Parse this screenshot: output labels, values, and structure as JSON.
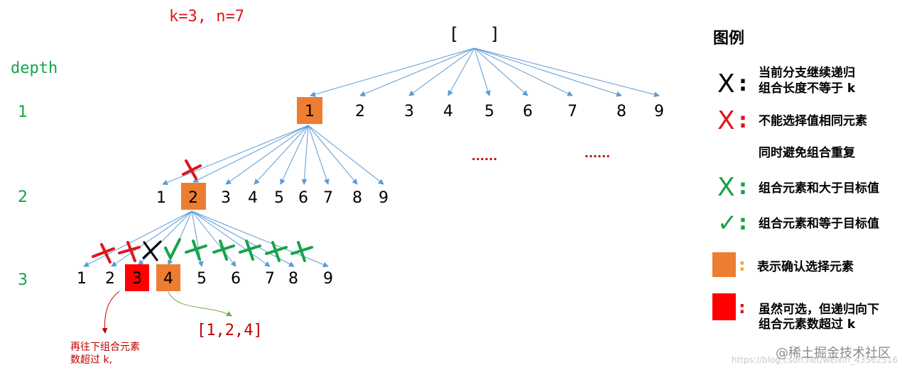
{
  "header": {
    "params": "k=3, n=7"
  },
  "root": {
    "label": "[   ]"
  },
  "depth": {
    "title": "depth",
    "levels": [
      "1",
      "2",
      "3"
    ]
  },
  "level1": [
    "1",
    "2",
    "3",
    "4",
    "5",
    "6",
    "7",
    "8",
    "9"
  ],
  "level2": [
    "1",
    "2",
    "3",
    "4",
    "5",
    "6",
    "7",
    "8",
    "9"
  ],
  "level3": [
    "1",
    "2",
    "3",
    "4",
    "5",
    "6",
    "7",
    "8",
    "9"
  ],
  "ellipsis": [
    "......",
    "......"
  ],
  "annotations": {
    "left_note_line1": "再往下组合元素",
    "left_note_line2": "数超过 k,",
    "result": "[1,2,4]"
  },
  "legend": {
    "title": "图例",
    "items": [
      {
        "symbol": "X",
        "color": "#000000",
        "line1": "当前分支继续递归",
        "line2": "组合长度不等于 k"
      },
      {
        "symbol": "X",
        "color": "#e0141e",
        "line1": "不能选择值相同元素",
        "line2": "同时避免组合重复"
      },
      {
        "symbol": "X",
        "color": "#16a34a",
        "line1": "组合元素和大于目标值",
        "line2": ""
      },
      {
        "symbol": "✓",
        "color": "#16a34a",
        "line1": "组合元素和等于目标值",
        "line2": ""
      },
      {
        "symbol": "",
        "color": "#ed7d31",
        "line1": "表示确认选择元素",
        "line2": ""
      },
      {
        "symbol": "",
        "color": "#ff0000",
        "line1": "虽然可选，但递归向下",
        "line2": "组合元素数超过 k"
      }
    ]
  },
  "watermark": "@稀土掘金技术社区",
  "url_watermark": "https://blog.csdn.net/weixin_43562516",
  "colors": {
    "orange": "#ed7d31",
    "red": "#ff0000",
    "edge": "#5b9bd5",
    "green": "#16a34a",
    "darkred": "#c00000"
  }
}
